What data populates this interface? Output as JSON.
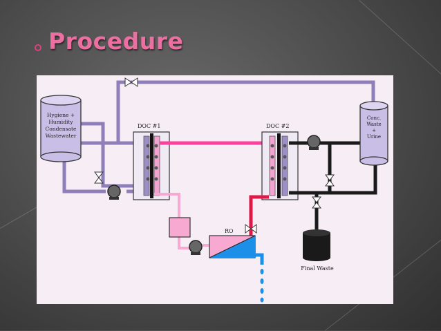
{
  "slide": {
    "title": "Procedure"
  },
  "diagram": {
    "tank_left_label": [
      "Hygiene +",
      "Humidity",
      "Condensate",
      "Wastewater"
    ],
    "doc1_label": "DOC #1",
    "doc2_label": "DOC #2",
    "ro_label": "RO",
    "tank_right_label": [
      "Conc.",
      "Waste",
      "+",
      "Urine"
    ],
    "final_waste_label": "Final Waste"
  },
  "colors": {
    "purple_line": "#8f7fb8",
    "pink_line": "#ff3f9c",
    "red_line": "#e01848",
    "black_line": "#1a1a1a",
    "blue_line": "#1c8fe8",
    "tank_fill": "#c9bfe6"
  }
}
